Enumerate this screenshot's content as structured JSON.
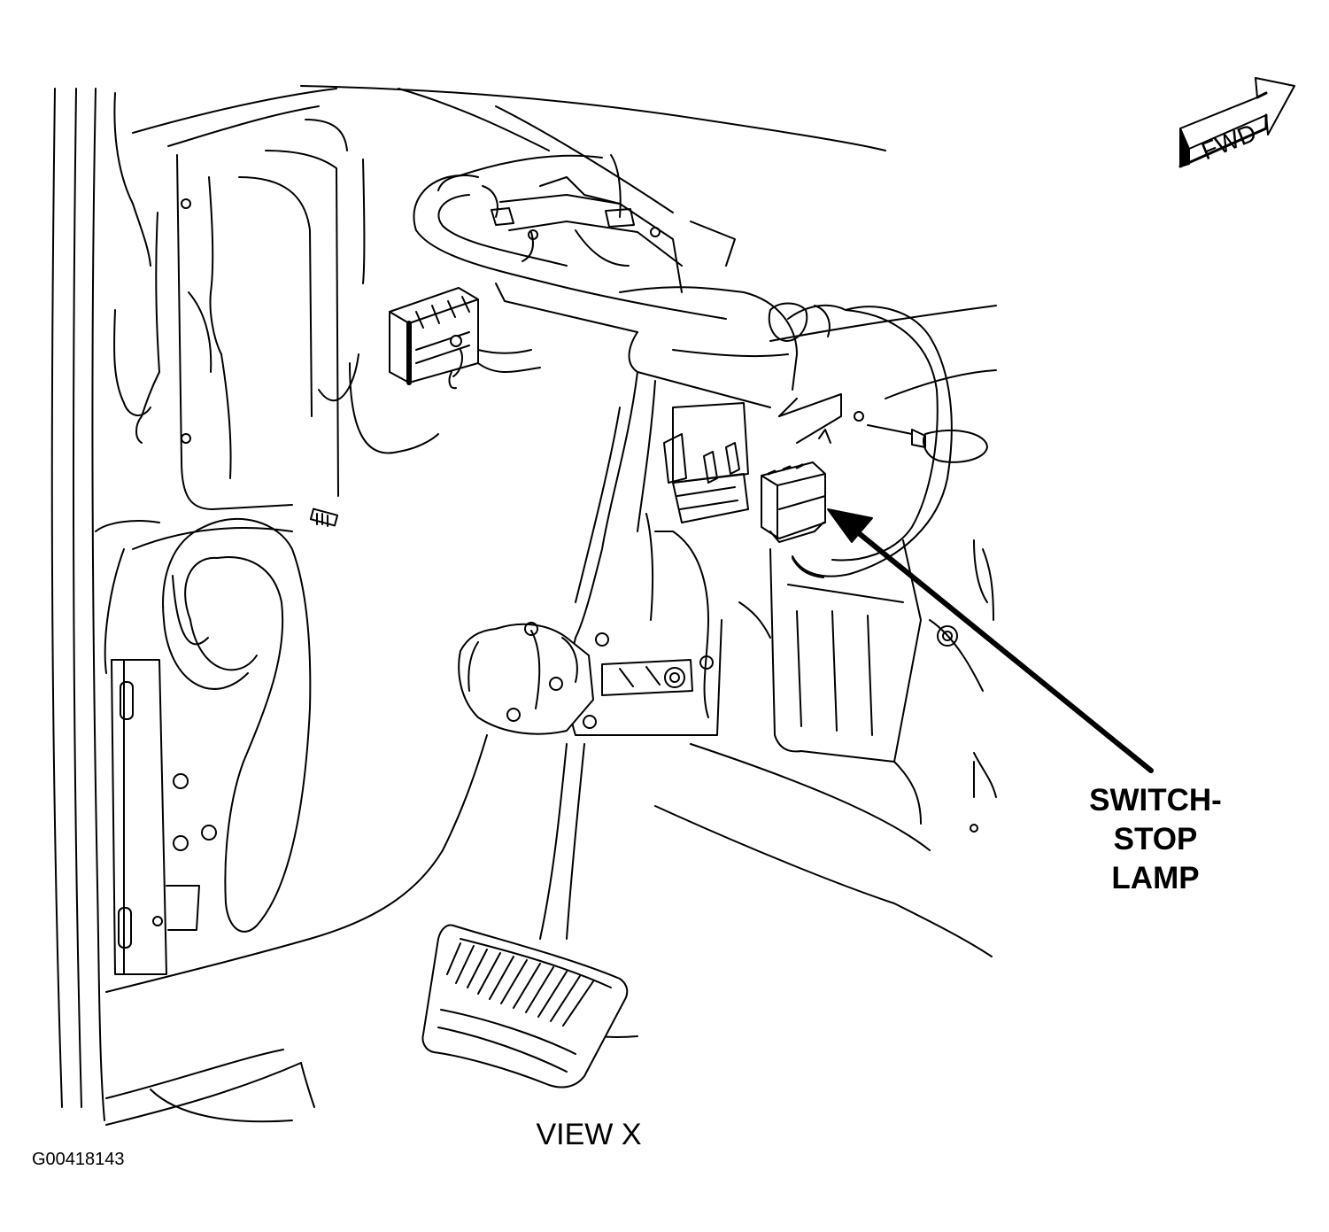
{
  "callout": {
    "lines": [
      "SWITCH-",
      "STOP",
      "LAMP"
    ]
  },
  "view_title": "VIEW X",
  "figure_id": "G00418143",
  "direction_indicator": {
    "label": "FWD",
    "icon": "forward-arrow-icon"
  }
}
